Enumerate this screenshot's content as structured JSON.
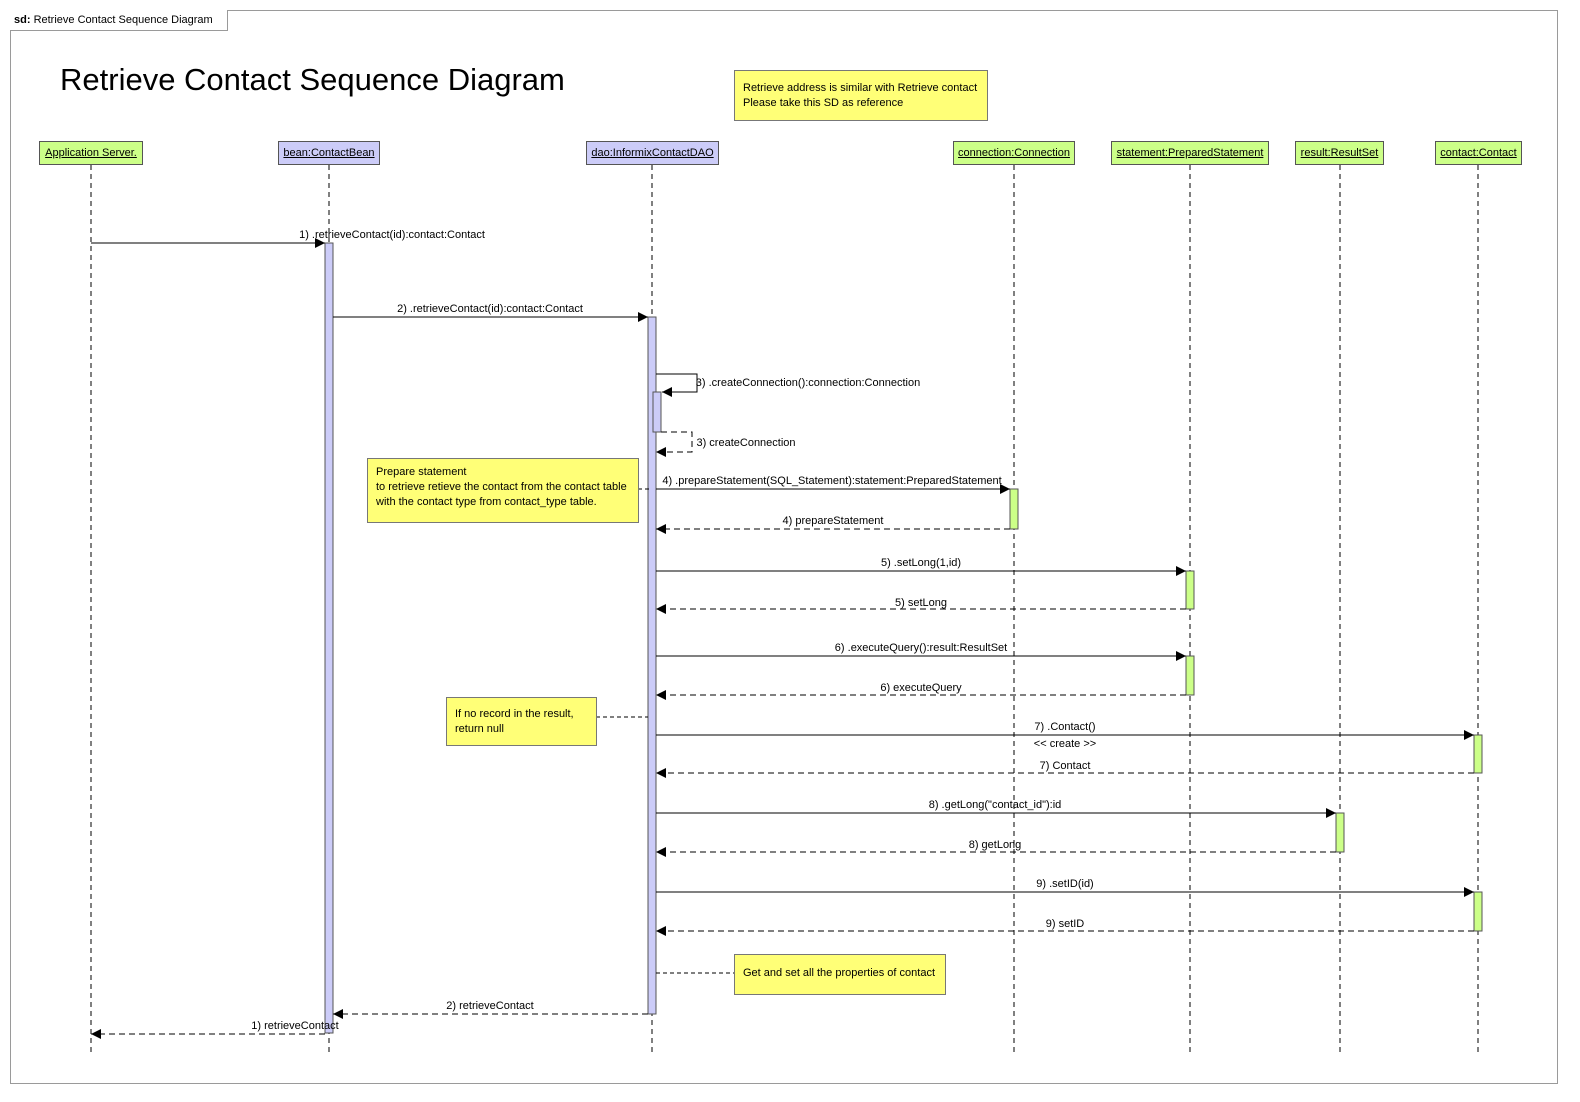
{
  "frame": {
    "prefix": "sd:",
    "name": "Retrieve Contact Sequence Diagram"
  },
  "title": "Retrieve Contact Sequence Diagram",
  "lifelines": [
    {
      "id": "app",
      "label": "Application Server.",
      "color": "#ccff88"
    },
    {
      "id": "bean",
      "label": "bean:ContactBean",
      "color": "#ccccf8"
    },
    {
      "id": "dao",
      "label": "dao:InformixContactDAO",
      "color": "#ccccf8"
    },
    {
      "id": "conn",
      "label": "connection:Connection",
      "color": "#ccff88"
    },
    {
      "id": "stmt",
      "label": "statement:PreparedStatement",
      "color": "#ccff88"
    },
    {
      "id": "result",
      "label": "result:ResultSet",
      "color": "#ccff88"
    },
    {
      "id": "contact",
      "label": "contact:Contact",
      "color": "#ccff88"
    }
  ],
  "notes": {
    "top": [
      "Retrieve address is similar with Retrieve contact",
      "Please take this SD as reference"
    ],
    "prepare": [
      "Prepare statement",
      "to retrieve retieve the contact from the contact table",
      "with the contact type from contact_type table."
    ],
    "no_record": [
      "If no record in the result,",
      "return null"
    ],
    "properties": [
      "Get and set all the properties of contact"
    ]
  },
  "messages": [
    {
      "label": "1) .retrieveContact(id):contact:Contact"
    },
    {
      "label": "2) .retrieveContact(id):contact:Contact"
    },
    {
      "label": "3) .createConnection():connection:Connection"
    },
    {
      "label": "3) createConnection"
    },
    {
      "label": "4) .prepareStatement(SQL_Statement):statement:PreparedStatement"
    },
    {
      "label": "4) prepareStatement"
    },
    {
      "label": "5) .setLong(1,id)"
    },
    {
      "label": "5) setLong"
    },
    {
      "label": "6) .executeQuery():result:ResultSet"
    },
    {
      "label": "6) executeQuery"
    },
    {
      "label": "7) .Contact()"
    },
    {
      "label": "<< create >>"
    },
    {
      "label": "7) Contact"
    },
    {
      "label": "8) .getLong(\"contact_id\"):id"
    },
    {
      "label": "8) getLong"
    },
    {
      "label": "9) .setID(id)"
    },
    {
      "label": "9) setID"
    },
    {
      "label": "2) retrieveContact"
    },
    {
      "label": "1) retrieveContact"
    }
  ],
  "colors": {
    "green": "#ccff88",
    "blue": "#ccccf8",
    "note": "#ffff77"
  }
}
